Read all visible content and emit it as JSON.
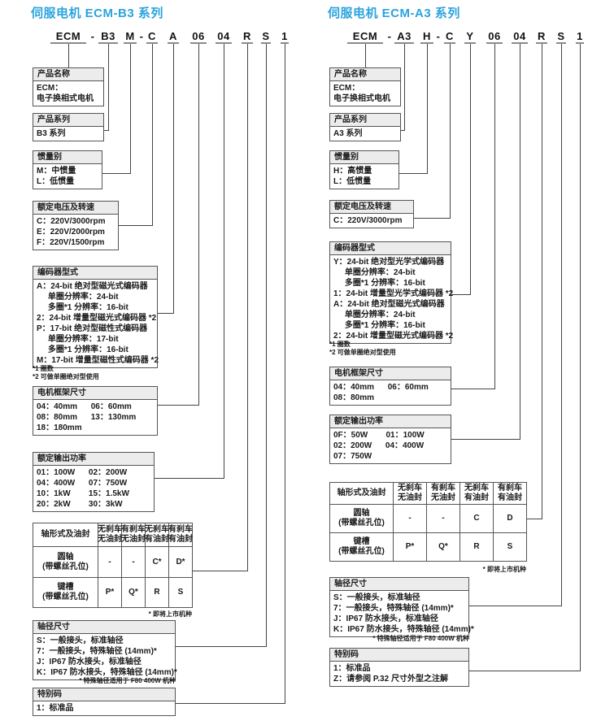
{
  "colors": {
    "title": "#2ba3dc",
    "box_header_bg": "#ececec",
    "box_border": "#555555",
    "connector_line": "#444444"
  },
  "columns": [
    {
      "title": "伺服电机 ECM-B3 系列",
      "code": [
        "ECM",
        "-",
        "B3",
        "M",
        "-",
        "C",
        "A",
        "06",
        "04",
        "R",
        "S",
        "1"
      ],
      "boxes": {
        "product_name": {
          "header": "产品名称",
          "content": "ECM：\n电子换相式电机"
        },
        "product_series": {
          "header": "产品系列",
          "content": "B3 系列"
        },
        "inertia": {
          "header": "惯量别",
          "content": "M：中惯量\nL：低惯量"
        },
        "voltage_speed": {
          "header": "额定电压及转速",
          "content": "C：220V/3000rpm\nE：220V/2000rpm\nF：220V/1500rpm"
        },
        "encoder": {
          "header": "编码器型式",
          "content": "A：24-bit 绝对型磁光式编码器\n     单圈分辨率：24-bit\n     多圈*1 分辨率：16-bit\n2：24-bit 增量型磁光式编码器 *2\nP：17-bit 绝对型磁性式编码器\n     单圈分辨率：17-bit\n     多圈*1 分辨率：16-bit\nM：17-bit 增量型磁性式编码器 *2",
          "footnotes": "*1 圈数\n*2 可做单圈绝对型使用"
        },
        "frame_size": {
          "header": "电机框架尺寸",
          "content": "04：40mm      06：60mm\n08：80mm      13：130mm\n18：180mm"
        },
        "power": {
          "header": "额定输出功率",
          "content": "01：100W      02：200W\n04：400W      07：750W\n10：1kW        15：1.5kW\n20：2kW        30：3kW"
        },
        "shaft_diameter": {
          "header": "轴径尺寸",
          "content": "S：一般接头，标准轴径\n7：一般接头，特殊轴径 (14mm)*\nJ：IP67 防水接头，标准轴径\nK：IP67 防水接头，特殊轴径 (14mm)*",
          "footnote": "* 特殊轴径适用于 F80 400W 机种"
        },
        "special_code": {
          "header": "特别码",
          "content": "1：标准品"
        }
      },
      "table": {
        "corner": "轴形式及油封",
        "col_headers": [
          "无刹车\n无油封",
          "有刹车\n无油封",
          "无刹车\n有油封",
          "有刹车\n有油封"
        ],
        "rows": [
          {
            "label": "圆轴\n(带螺丝孔位)",
            "cells": [
              "-",
              "-",
              "C*",
              "D*"
            ]
          },
          {
            "label": "键槽\n(带螺丝孔位)",
            "cells": [
              "P*",
              "Q*",
              "R",
              "S"
            ]
          }
        ],
        "footnote": "* 即将上市机种"
      }
    },
    {
      "title": "伺服电机 ECM-A3 系列",
      "code": [
        "ECM",
        "-",
        "A3",
        "H",
        "-",
        "C",
        "Y",
        "06",
        "04",
        "R",
        "S",
        "1"
      ],
      "boxes": {
        "product_name": {
          "header": "产品名称",
          "content": "ECM：\n电子换相式电机"
        },
        "product_series": {
          "header": "产品系列",
          "content": "A3 系列"
        },
        "inertia": {
          "header": "惯量别",
          "content": "H：高惯量\nL：低惯量"
        },
        "voltage_speed": {
          "header": "额定电压及转速",
          "content": "C：220V/3000rpm"
        },
        "encoder": {
          "header": "编码器型式",
          "content": "Y：24-bit 绝对型光学式编码器\n     单圈分辨率：24-bit\n     多圈*1 分辨率：16-bit\n1：24-bit 增量型光学式编码器 *2\nA：24-bit 绝对型磁光式编码器\n     单圈分辨率：24-bit\n     多圈*1 分辨率：16-bit\n2：24-bit 增量型磁光式编码器 *2",
          "footnotes": "*1 圈数\n*2 可做单圈绝对型使用"
        },
        "frame_size": {
          "header": "电机框架尺寸",
          "content": "04：40mm      06：60mm\n08：80mm"
        },
        "power": {
          "header": "额定输出功率",
          "content": "0F：50W        01：100W\n02：200W      04：400W\n07：750W"
        },
        "shaft_diameter": {
          "header": "轴径尺寸",
          "content": "S：一般接头，标准轴径\n7：一般接头，特殊轴径 (14mm)*\nJ：IP67 防水接头，标准轴径\nK：IP67 防水接头，特殊轴径 (14mm)*",
          "footnote": "* 特殊轴径适用于 F80 400W 机种"
        },
        "special_code": {
          "header": "特别码",
          "content": "1：标准品\nZ：请参阅 P.32 尺寸外型之注解"
        }
      },
      "table": {
        "corner": "轴形式及油封",
        "col_headers": [
          "无刹车\n无油封",
          "有刹车\n无油封",
          "无刹车\n有油封",
          "有刹车\n有油封"
        ],
        "rows": [
          {
            "label": "圆轴\n(带螺丝孔位)",
            "cells": [
              "-",
              "-",
              "C",
              "D"
            ]
          },
          {
            "label": "键槽\n(带螺丝孔位)",
            "cells": [
              "P*",
              "Q*",
              "R",
              "S"
            ]
          }
        ],
        "footnote": "* 即将上市机种"
      }
    }
  ]
}
